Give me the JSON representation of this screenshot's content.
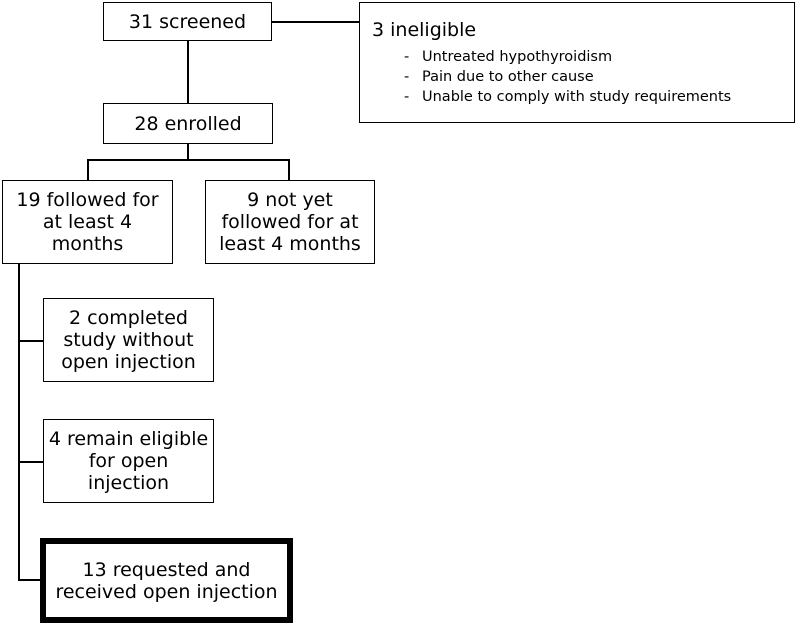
{
  "flowchart": {
    "screened": "31 screened",
    "ineligible": {
      "title": "3 ineligible",
      "reasons": [
        "Untreated hypothyroidism",
        "Pain due to other cause",
        "Unable to comply with study requirements"
      ]
    },
    "enrolled": "28 enrolled",
    "followed": "19 followed for\nat least 4\nmonths",
    "not_followed": "9 not yet\nfollowed for at\nleast 4 months",
    "completed": "2 completed\nstudy without\nopen injection",
    "remain_eligible": "4 remain eligible\nfor open\ninjection",
    "received": "13 requested and\nreceived open injection"
  }
}
